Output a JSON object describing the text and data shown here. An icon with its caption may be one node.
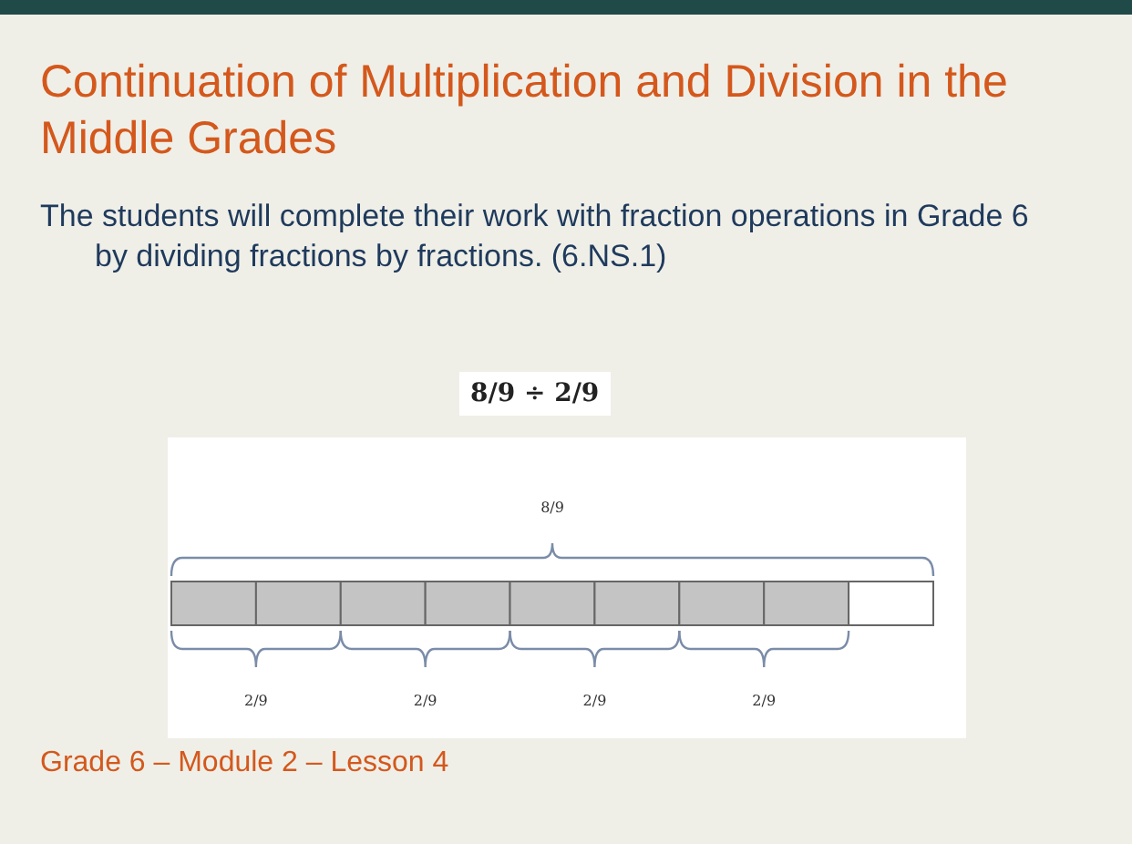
{
  "diagram": {
    "title": "Continuation of Multiplication and Division in the Middle Grades",
    "labels": [
      "The students will complete their work with fraction operations in Grade 6 by dividing fractions by fractions.  (6.NS.1)",
      "8/9 ÷ 2/9",
      "8/9",
      "2/9",
      "2/9",
      "2/9",
      "2/9",
      "Grade 6 – Module 2 – Lesson 4"
    ]
  }
}
